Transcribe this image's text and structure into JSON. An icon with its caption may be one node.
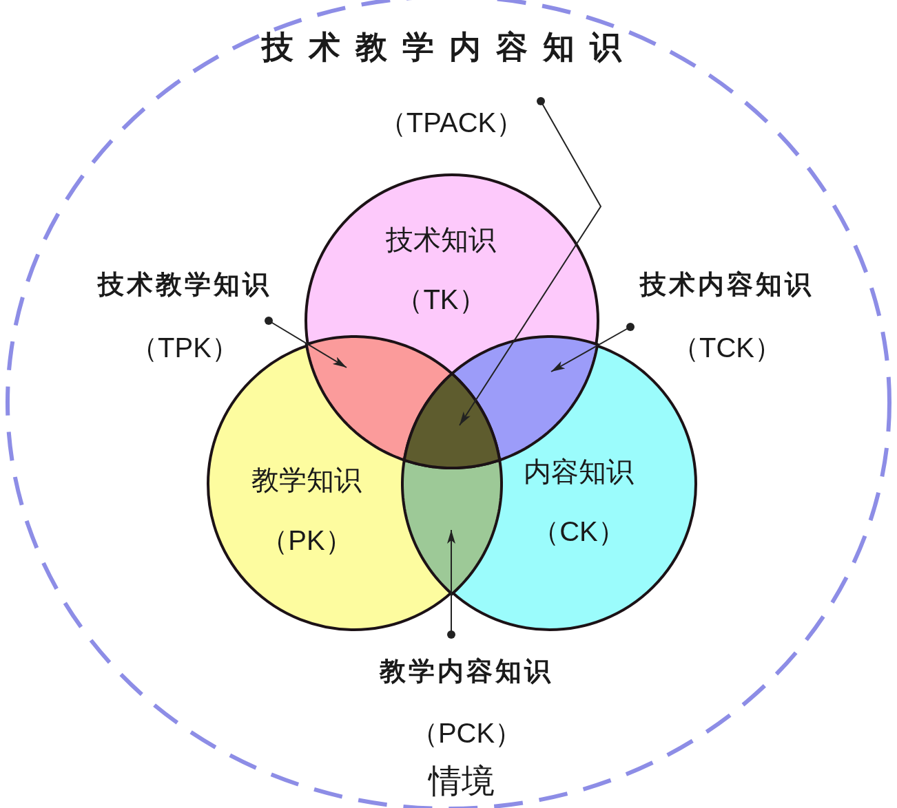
{
  "diagram": {
    "title": "技术教学内容知识",
    "nodes": [
      {
        "text": [
          "技术知识",
          "（TK）"
        ]
      },
      {
        "text": [
          "教学知识",
          "（PK）"
        ]
      },
      {
        "text": [
          "内容知识",
          "（CK）"
        ]
      },
      {
        "text": [
          "技术教学知识",
          "（TPK）"
        ]
      },
      {
        "text": [
          "技术内容知识",
          "（TCK）"
        ]
      },
      {
        "text": [
          "（TPACK）"
        ]
      },
      {
        "text": [
          "教学内容知识",
          "（PCK）"
        ]
      },
      {
        "text": [],
        "shape": "region"
      },
      {
        "text": [],
        "shape": "region"
      },
      {
        "text": [],
        "shape": "region"
      },
      {
        "text": [],
        "shape": "region"
      }
    ],
    "edges": [
      {
        "from": 3,
        "to": 7,
        "arrow": "to"
      },
      {
        "from": 4,
        "to": 8,
        "arrow": "to"
      },
      {
        "from": 5,
        "to": 9,
        "arrow": "to"
      },
      {
        "from": 6,
        "to": 10,
        "arrow": "to"
      }
    ],
    "labels": [
      "情境"
    ]
  }
}
